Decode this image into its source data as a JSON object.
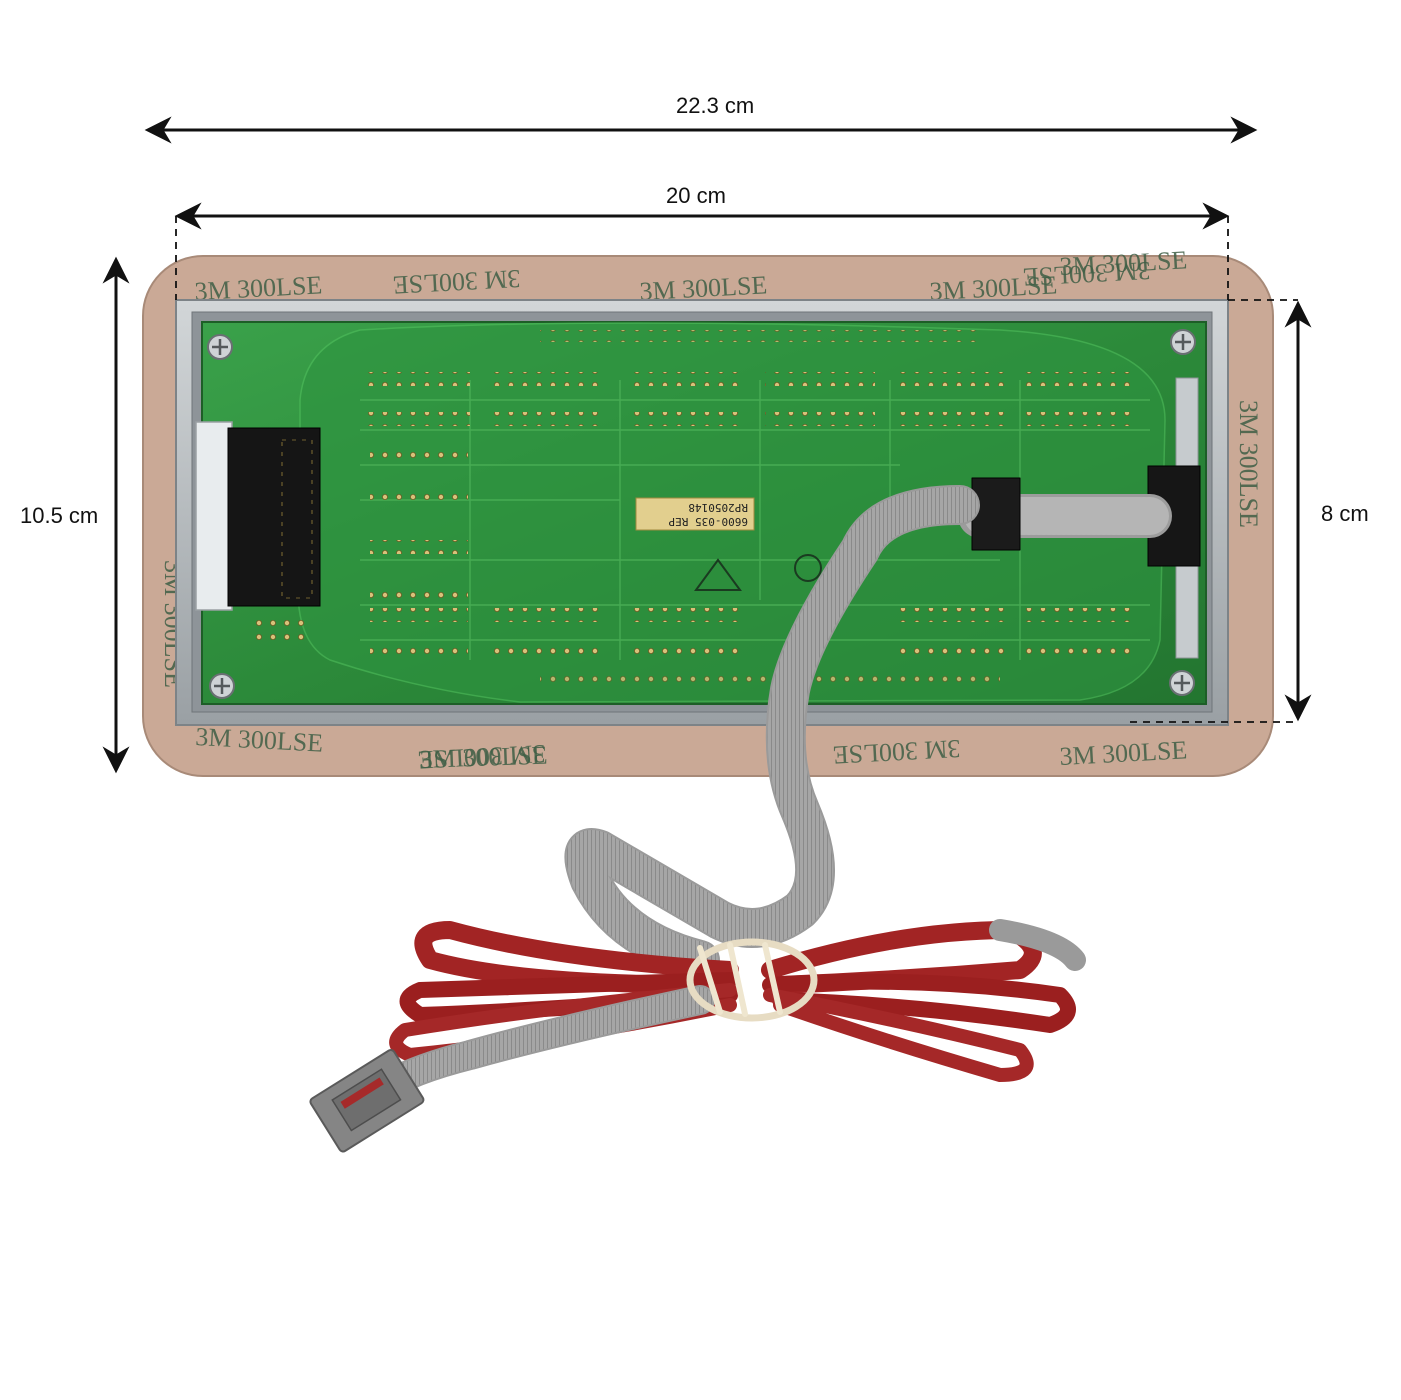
{
  "dimensions": {
    "overall_width": "22.3 cm",
    "board_width": "20 cm",
    "overall_height": "10.5 cm",
    "board_height": "8 cm"
  },
  "tape_marking": "3M 300LSE",
  "sticker": {
    "line1": "6600-035 REP",
    "line2": "RP2050148"
  },
  "colors": {
    "pcb": "#2f8a3c",
    "tape": "#c9ad9a",
    "frame": "#b9bec2",
    "cable": "#9a9a9a",
    "cable_edge": "#a02020"
  }
}
